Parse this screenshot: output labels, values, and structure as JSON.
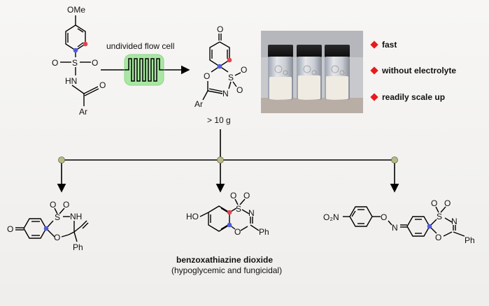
{
  "reaction": {
    "reactant": {
      "substituent": "OMe",
      "sulfonyl_s": "S",
      "sulfonyl_o1": "O",
      "sulfonyl_o2": "O",
      "nh": "HN",
      "carbonyl_o": "O",
      "ar": "Ar"
    },
    "condition_label": "undivided flow cell",
    "product": {
      "ketone_o": "O",
      "ring_o": "O",
      "s": "S",
      "so2_o1": "O",
      "so2_o2": "O",
      "n": "N",
      "ar": "Ar"
    },
    "scale_label": "> 10 g"
  },
  "features": [
    {
      "text": "fast"
    },
    {
      "text": "without electrolyte"
    },
    {
      "text": "readily scale up"
    }
  ],
  "derivatives": [
    {
      "atoms": {
        "o_ketone": "O",
        "s": "S",
        "o1": "O",
        "o2": "O",
        "nh": "NH",
        "o_ring": "O",
        "ph": "Ph"
      }
    },
    {
      "atoms": {
        "ho": "HO",
        "s": "S",
        "o1": "O",
        "o2": "O",
        "n": "N",
        "o_ring": "O",
        "ph": "Ph"
      },
      "name": "benzoxathiazine dioxide",
      "note": "(hypoglycemic and fungicidal)"
    },
    {
      "atoms": {
        "no2": "O₂N",
        "o_link": "O",
        "n_oxime": "N",
        "s": "S",
        "o1": "O",
        "o2": "O",
        "n": "N",
        "o_ring": "O",
        "ph": "Ph"
      }
    }
  ],
  "colors": {
    "feature_marker": "#e8191d",
    "flow_cell_fill": "#a9e6a3",
    "flow_cell_border": "#8fd48a",
    "dot_red": "#e0444e",
    "dot_blue": "#4f5be0",
    "node": "#b9b98a"
  }
}
